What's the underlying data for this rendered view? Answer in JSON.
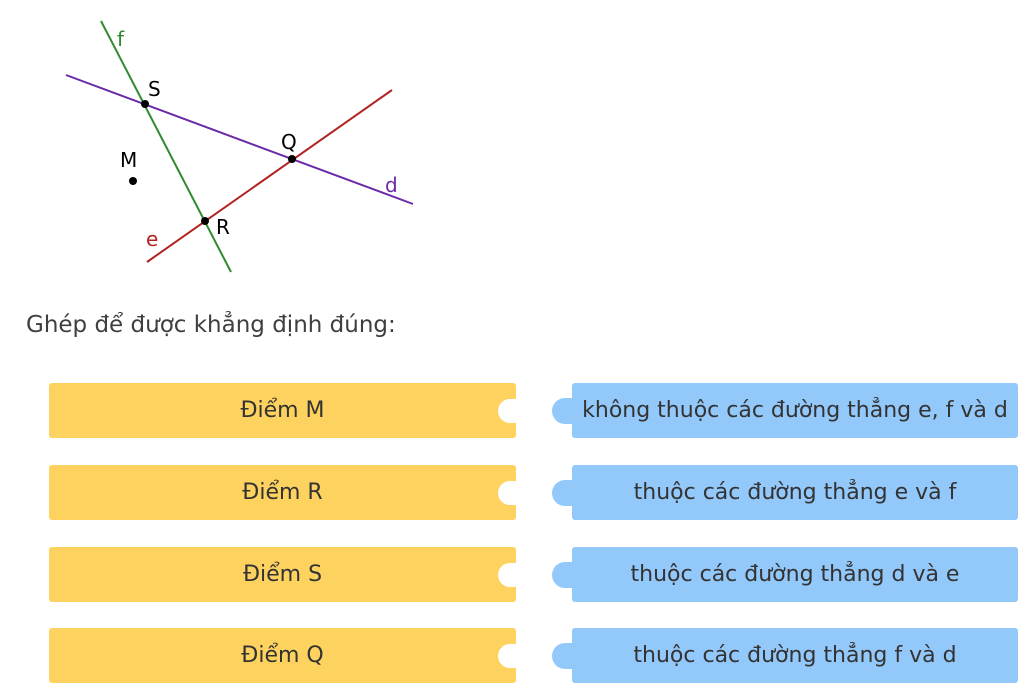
{
  "figure": {
    "labels": {
      "f": "f",
      "S": "S",
      "M": "M",
      "Q": "Q",
      "d": "d",
      "e": "e",
      "R": "R"
    },
    "colors": {
      "line_f": "#2e8b2e",
      "line_d": "#6a2aa8",
      "line_e": "#b22222"
    }
  },
  "question": "Ghép để được khẳng định đúng:",
  "matching": {
    "left": [
      {
        "label": "Điểm M"
      },
      {
        "label": "Điểm R"
      },
      {
        "label": "Điểm S"
      },
      {
        "label": "Điểm Q"
      }
    ],
    "right": [
      {
        "label": "không thuộc các đường thẳng e, f và d"
      },
      {
        "label": "thuộc các đường thẳng e và f"
      },
      {
        "label": "thuộc các đường thẳng d và e"
      },
      {
        "label": "thuộc các đường thẳng f và d"
      }
    ]
  }
}
